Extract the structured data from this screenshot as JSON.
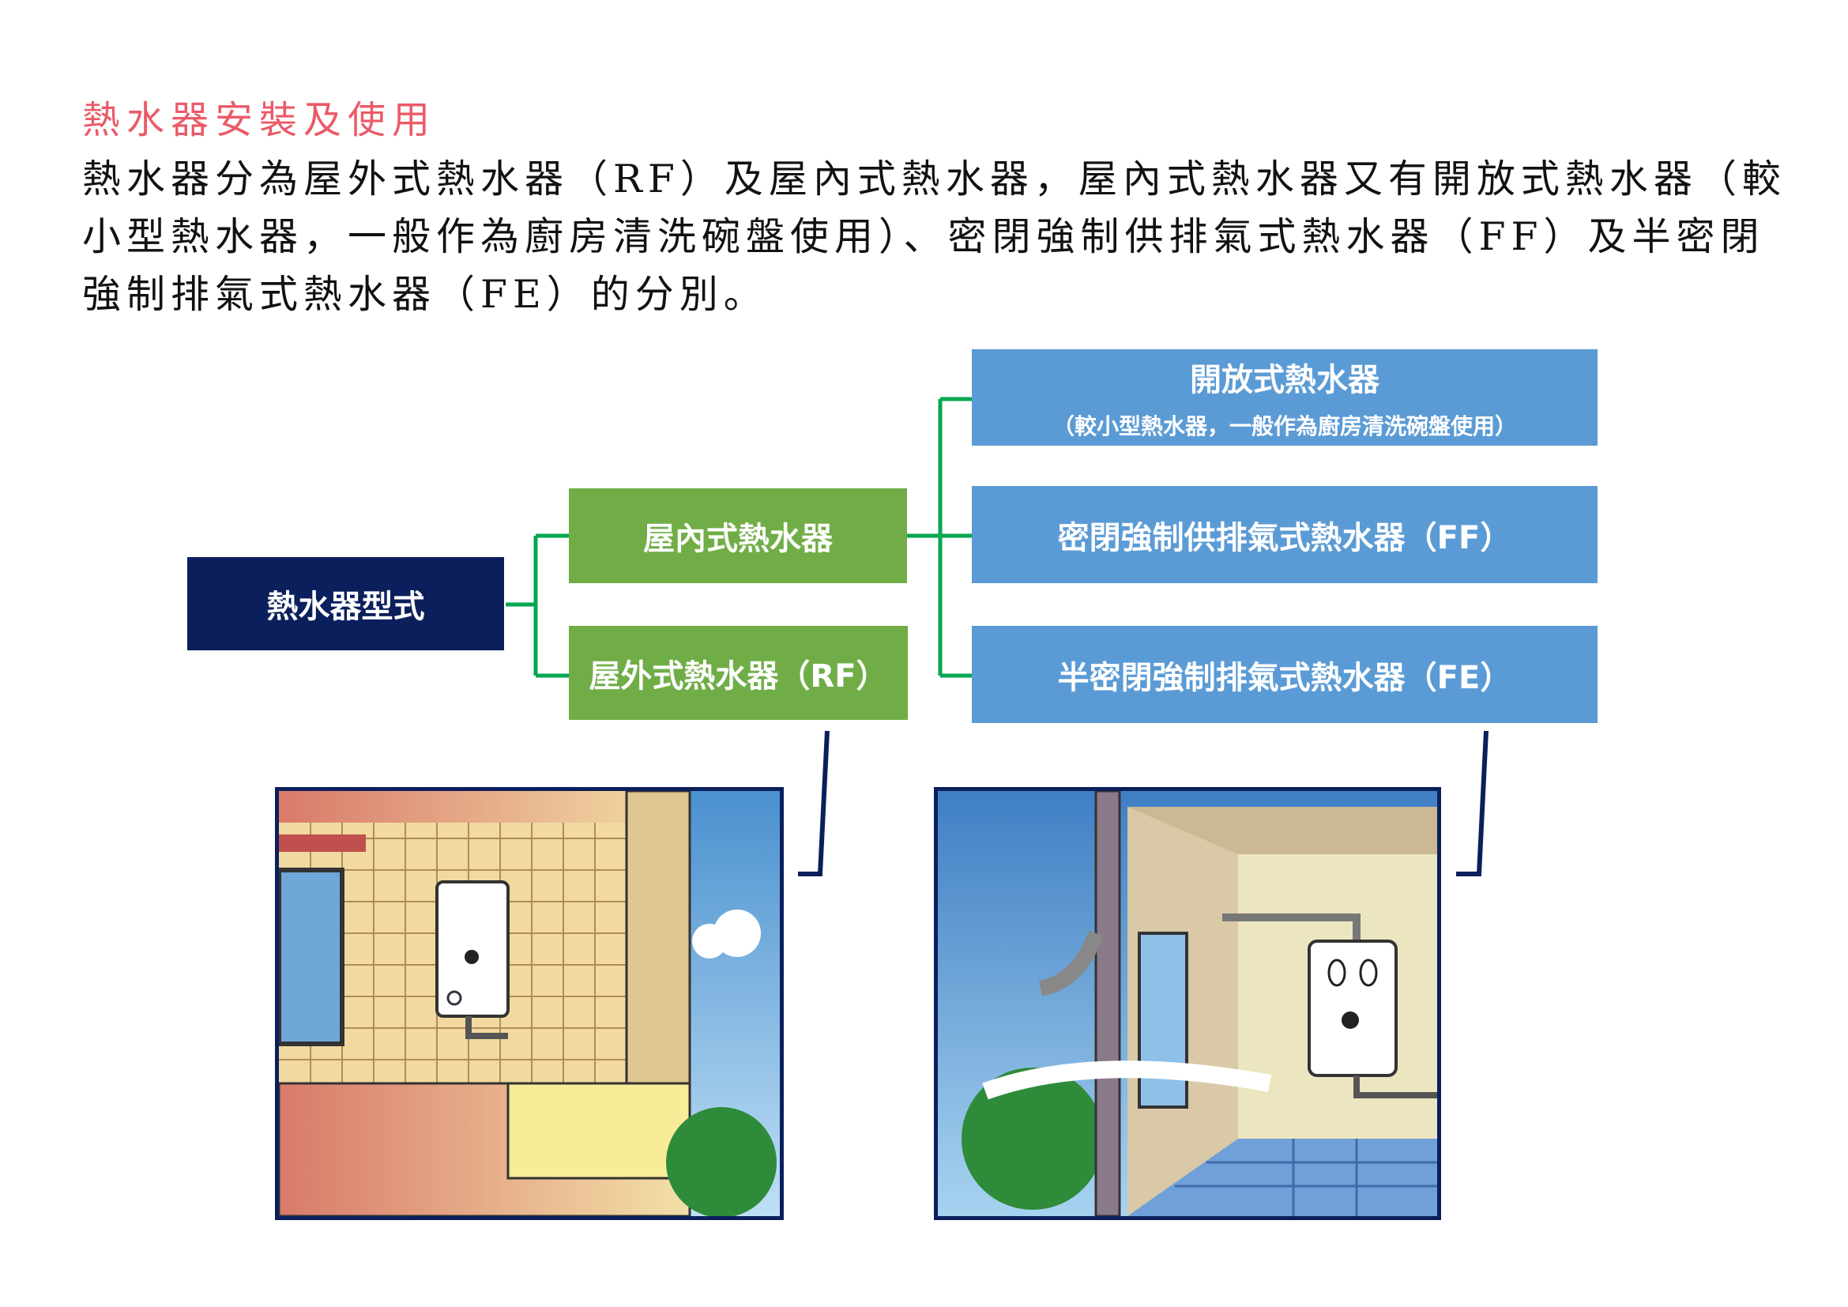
{
  "title": "熱水器安裝及使用",
  "paragraph": "熱水器分為屋外式熱水器（RF）及屋內式熱水器，屋內式熱水器又有開放式熱水器（較小型熱水器，一般作為廚房清洗碗盤使用）、密閉強制供排氣式熱水器（FF）及半密閉強制排氣式熱水器（FE）的分別。",
  "diagram": {
    "root": "熱水器型式",
    "indoor": "屋內式熱水器",
    "outdoor": "屋外式熱水器（RF）",
    "open": "開放式熱水器",
    "open_note": "（較小型熱水器，一般作為廚房清洗碗盤使用）",
    "ff": "密閉強制供排氣式熱水器（FF）",
    "fe": "半密閉強制排氣式熱水器（FE）"
  },
  "colors": {
    "title": "#ea5b68",
    "root": "#0b1f5c",
    "green": "#70ad47",
    "blue": "#5b9bd5",
    "connector": "#00a650"
  }
}
